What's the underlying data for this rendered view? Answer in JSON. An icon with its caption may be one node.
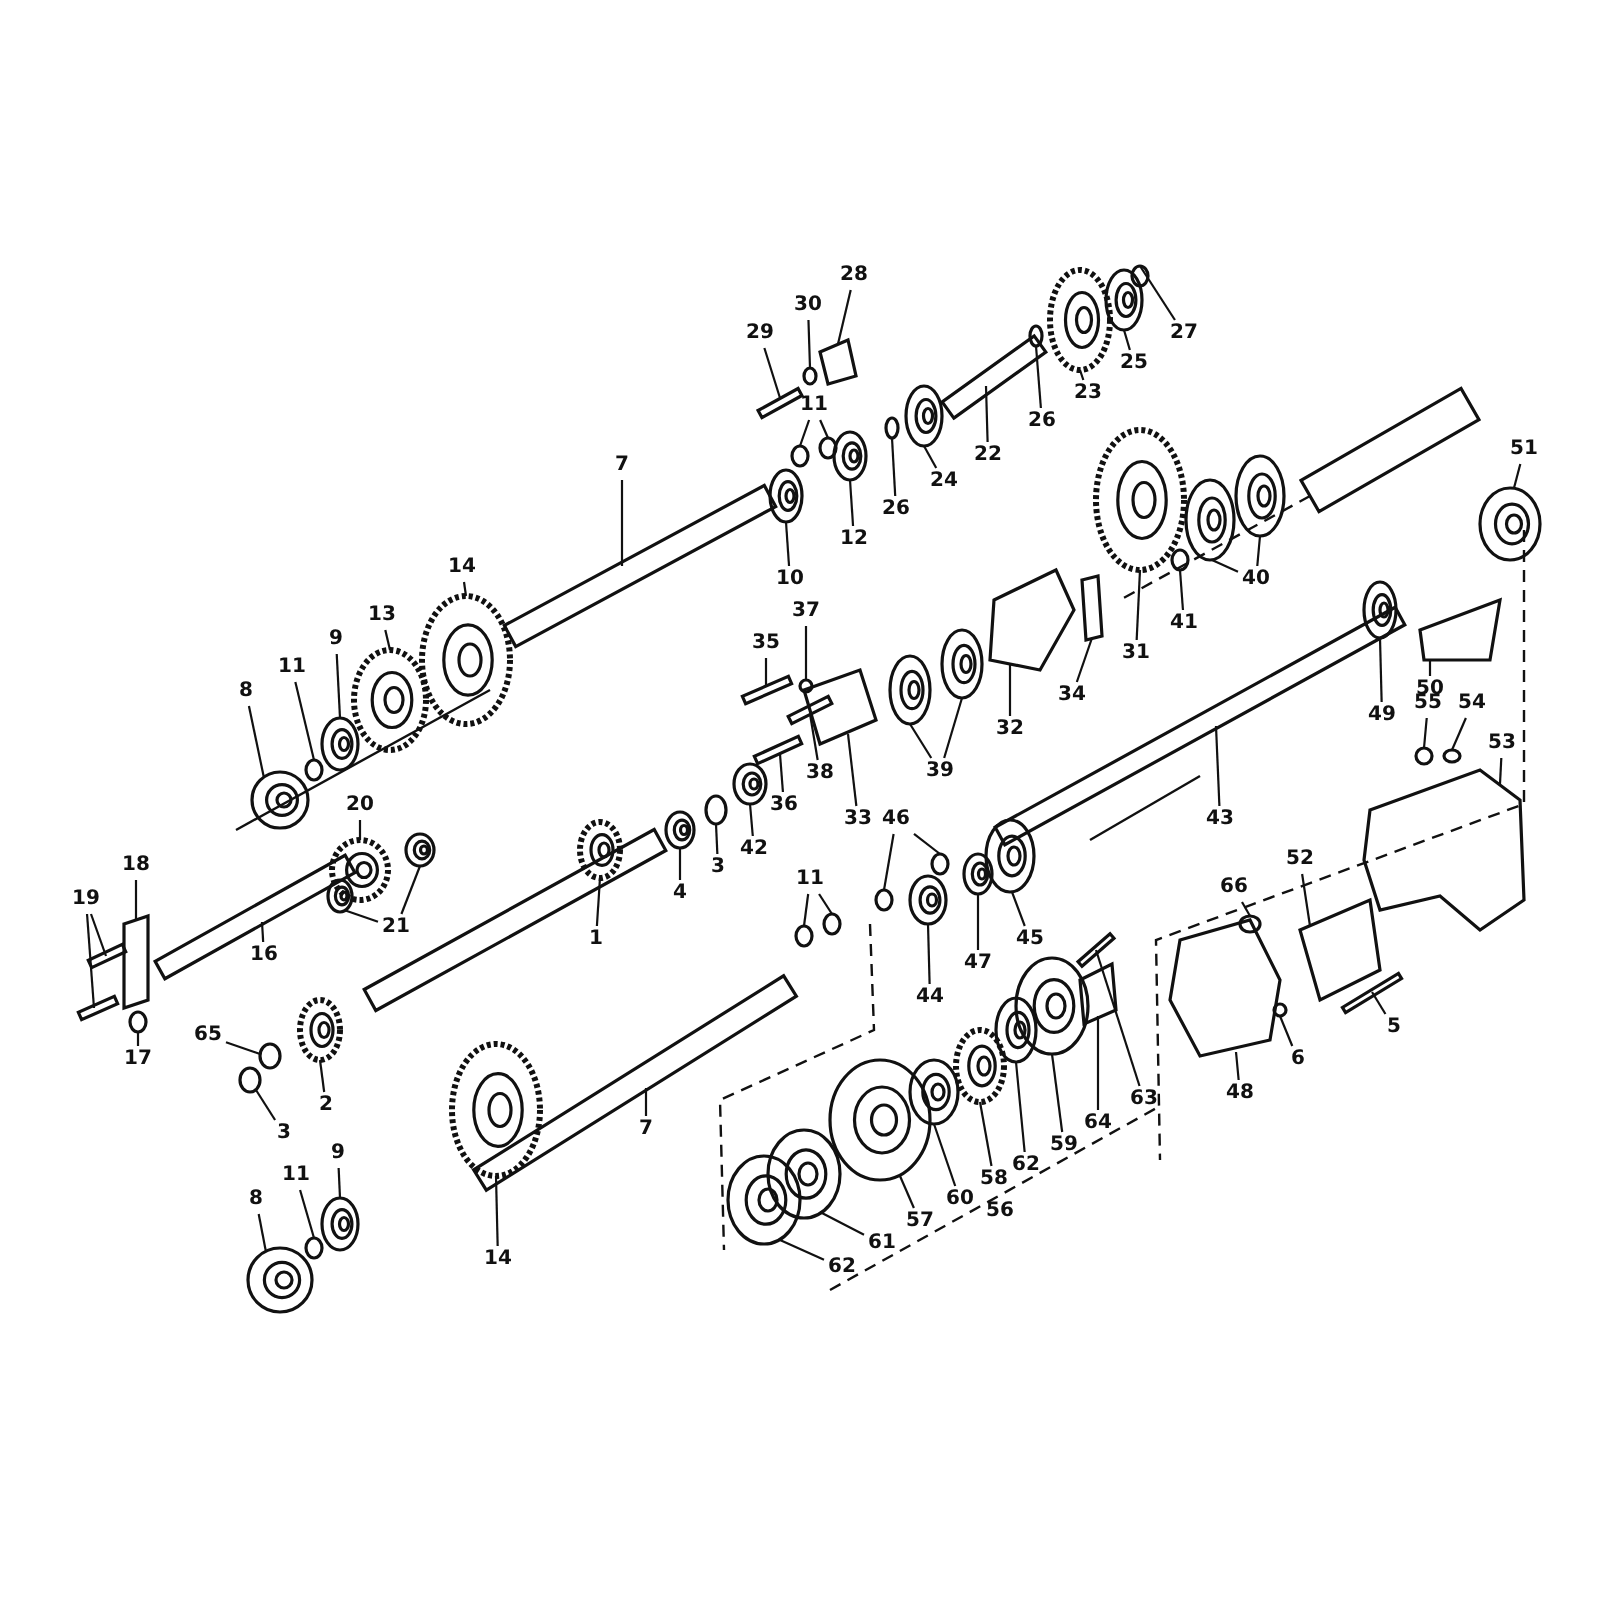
{
  "diagram": {
    "nodes": [
      {
        "text": [
          "28"
        ]
      },
      {
        "text": [
          "30"
        ]
      },
      {
        "text": [
          "29"
        ]
      },
      {
        "text": [
          "27"
        ]
      },
      {
        "text": [
          "25"
        ]
      },
      {
        "text": [
          "23"
        ]
      },
      {
        "text": [
          "26"
        ]
      },
      {
        "text": [
          "22"
        ]
      },
      {
        "text": [
          "24"
        ]
      },
      {
        "text": [
          "26"
        ]
      },
      {
        "text": [
          "11"
        ]
      },
      {
        "text": [
          "12"
        ]
      },
      {
        "text": [
          "10"
        ]
      },
      {
        "text": [
          "7"
        ]
      },
      {
        "text": [
          "14"
        ]
      },
      {
        "text": [
          "13"
        ]
      },
      {
        "text": [
          "9"
        ]
      },
      {
        "text": [
          "11"
        ]
      },
      {
        "text": [
          "8"
        ]
      },
      {
        "text": [
          "20"
        ]
      },
      {
        "text": [
          "21"
        ]
      },
      {
        "text": [
          "18"
        ]
      },
      {
        "text": [
          "19"
        ]
      },
      {
        "text": [
          "16"
        ]
      },
      {
        "text": [
          "17"
        ]
      },
      {
        "text": [
          "65"
        ]
      },
      {
        "text": [
          "2"
        ]
      },
      {
        "text": [
          "3"
        ]
      },
      {
        "text": [
          "1"
        ]
      },
      {
        "text": [
          "4"
        ]
      },
      {
        "text": [
          "3"
        ]
      },
      {
        "text": [
          "42"
        ]
      },
      {
        "text": [
          "36"
        ]
      },
      {
        "text": [
          "38"
        ]
      },
      {
        "text": [
          "37"
        ]
      },
      {
        "text": [
          "35"
        ]
      },
      {
        "text": [
          "33"
        ]
      },
      {
        "text": [
          "39"
        ]
      },
      {
        "text": [
          "32"
        ]
      },
      {
        "text": [
          "34"
        ]
      },
      {
        "text": [
          "31"
        ]
      },
      {
        "text": [
          "41"
        ]
      },
      {
        "text": [
          "40"
        ]
      },
      {
        "text": [
          "51"
        ]
      },
      {
        "text": [
          "49"
        ]
      },
      {
        "text": [
          "50"
        ]
      },
      {
        "text": [
          "43"
        ]
      },
      {
        "text": [
          "46"
        ]
      },
      {
        "text": [
          "11"
        ]
      },
      {
        "text": [
          "45"
        ]
      },
      {
        "text": [
          "47"
        ]
      },
      {
        "text": [
          "44"
        ]
      },
      {
        "text": [
          "55"
        ]
      },
      {
        "text": [
          "54"
        ]
      },
      {
        "text": [
          "53"
        ]
      },
      {
        "text": [
          "52"
        ]
      },
      {
        "text": [
          "66"
        ]
      },
      {
        "text": [
          "6"
        ]
      },
      {
        "text": [
          "5"
        ]
      },
      {
        "text": [
          "48"
        ]
      },
      {
        "text": [
          "63"
        ]
      },
      {
        "text": [
          "64"
        ]
      },
      {
        "text": [
          "59"
        ]
      },
      {
        "text": [
          "62"
        ]
      },
      {
        "text": [
          "58"
        ]
      },
      {
        "text": [
          "60"
        ]
      },
      {
        "text": [
          "57"
        ]
      },
      {
        "text": [
          "61"
        ]
      },
      {
        "text": [
          "62"
        ]
      },
      {
        "text": [
          "7"
        ]
      },
      {
        "text": [
          "9"
        ]
      },
      {
        "text": [
          "11"
        ]
      },
      {
        "text": [
          "8"
        ]
      },
      {
        "text": [
          "14"
        ]
      },
      {
        "text": [],
        "shape": "plate"
      },
      {
        "text": [],
        "shape": "circle"
      },
      {
        "text": [],
        "shape": "bolt"
      },
      {
        "text": [],
        "shape": "circle"
      },
      {
        "text": [],
        "shape": "circle"
      },
      {
        "text": [],
        "shape": "gear"
      },
      {
        "text": [],
        "shape": "circle"
      },
      {
        "text": [],
        "shape": "bar"
      },
      {
        "text": [],
        "shape": "circle"
      },
      {
        "text": [],
        "shape": "circle"
      },
      {
        "text": [],
        "shape": "circle"
      },
      {
        "text": [],
        "shape": "circle"
      },
      {
        "text": [],
        "shape": "circle"
      },
      {
        "text": [],
        "shape": "circle"
      },
      {
        "text": [],
        "shape": "bar"
      },
      {
        "text": [],
        "shape": "gear"
      },
      {
        "text": [],
        "shape": "gear"
      },
      {
        "text": [],
        "shape": "circle"
      },
      {
        "text": [],
        "shape": "circle"
      },
      {
        "text": [],
        "shape": "circle"
      },
      {
        "text": [],
        "shape": "gear"
      },
      {
        "text": [],
        "shape": "circle"
      },
      {
        "text": [],
        "shape": "circle"
      },
      {
        "text": [],
        "shape": "plate"
      },
      {
        "text": [],
        "shape": "bolt"
      },
      {
        "text": [],
        "shape": "bolt"
      },
      {
        "text": [],
        "shape": "bar"
      },
      {
        "text": [],
        "shape": "circle"
      },
      {
        "text": [],
        "shape": "circle"
      },
      {
        "text": [],
        "shape": "gear"
      },
      {
        "text": [],
        "shape": "circle"
      },
      {
        "text": [],
        "shape": "gear"
      },
      {
        "text": [],
        "shape": "circle"
      },
      {
        "text": [],
        "shape": "circle"
      },
      {
        "text": [],
        "shape": "circle"
      },
      {
        "text": [],
        "shape": "bolt"
      },
      {
        "text": [],
        "shape": "bolt"
      },
      {
        "text": [],
        "shape": "circle"
      },
      {
        "text": [],
        "shape": "bolt"
      },
      {
        "text": [],
        "shape": "plate"
      },
      {
        "text": [],
        "shape": "circle"
      },
      {
        "text": [],
        "shape": "circle"
      },
      {
        "text": [],
        "shape": "plate"
      },
      {
        "text": [],
        "shape": "plate"
      },
      {
        "text": [],
        "shape": "gear"
      },
      {
        "text": [],
        "shape": "circle"
      },
      {
        "text": [],
        "shape": "circle"
      },
      {
        "text": [],
        "shape": "circle"
      },
      {
        "text": [],
        "shape": "circle"
      },
      {
        "text": [],
        "shape": "circle"
      },
      {
        "text": [],
        "shape": "plate"
      },
      {
        "text": [],
        "shape": "bar"
      },
      {
        "text": [],
        "shape": "circle"
      },
      {
        "text": [],
        "shape": "circle"
      },
      {
        "text": [],
        "shape": "circle"
      },
      {
        "text": [],
        "shape": "circle"
      },
      {
        "text": [],
        "shape": "circle"
      },
      {
        "text": [],
        "shape": "circle"
      },
      {
        "text": [],
        "shape": "circle"
      },
      {
        "text": [],
        "shape": "circle"
      },
      {
        "text": [],
        "shape": "circle"
      },
      {
        "text": [],
        "shape": "plate"
      },
      {
        "text": [],
        "shape": "plate"
      },
      {
        "text": [],
        "shape": "circle"
      },
      {
        "text": [],
        "shape": "circle"
      },
      {
        "text": [],
        "shape": "bolt"
      },
      {
        "text": [],
        "shape": "plate"
      },
      {
        "text": [],
        "shape": "bolt"
      },
      {
        "text": [],
        "shape": "plate"
      },
      {
        "text": [],
        "shape": "circle"
      },
      {
        "text": [],
        "shape": "circle"
      },
      {
        "text": [],
        "shape": "gear"
      },
      {
        "text": [],
        "shape": "circle"
      },
      {
        "text": [],
        "shape": "circle"
      },
      {
        "text": [],
        "shape": "circle"
      },
      {
        "text": [],
        "shape": "circle"
      },
      {
        "text": [],
        "shape": "bar"
      },
      {
        "text": [],
        "shape": "circle"
      },
      {
        "text": [],
        "shape": "circle"
      },
      {
        "text": [],
        "shape": "circle"
      },
      {
        "text": [],
        "shape": "gear"
      }
    ],
    "edges": [
      {
        "from": 0,
        "to": 74,
        "arrow": "none"
      },
      {
        "from": 1,
        "to": 75,
        "arrow": "none"
      },
      {
        "from": 2,
        "to": 76,
        "arrow": "none"
      },
      {
        "from": 3,
        "to": 77,
        "arrow": "none"
      },
      {
        "from": 4,
        "to": 78,
        "arrow": "none"
      },
      {
        "from": 5,
        "to": 79,
        "arrow": "none"
      },
      {
        "from": 6,
        "to": 80,
        "arrow": "none"
      },
      {
        "from": 7,
        "to": 81,
        "arrow": "none"
      },
      {
        "from": 8,
        "to": 82,
        "arrow": "none"
      },
      {
        "from": 9,
        "to": 83,
        "arrow": "none"
      },
      {
        "from": 10,
        "to": 84,
        "arrow": "none"
      },
      {
        "from": 10,
        "to": 85,
        "arrow": "none"
      },
      {
        "from": 11,
        "to": 86,
        "arrow": "none"
      },
      {
        "from": 12,
        "to": 87,
        "arrow": "none"
      },
      {
        "from": 13,
        "to": 88,
        "arrow": "none"
      },
      {
        "from": 14,
        "to": 89,
        "arrow": "none"
      },
      {
        "from": 15,
        "to": 90,
        "arrow": "none"
      },
      {
        "from": 16,
        "to": 91,
        "arrow": "none"
      },
      {
        "from": 17,
        "to": 92,
        "arrow": "none"
      },
      {
        "from": 18,
        "to": 93,
        "arrow": "none"
      },
      {
        "from": 19,
        "to": 94,
        "arrow": "none"
      },
      {
        "from": 20,
        "to": 95,
        "arrow": "none"
      },
      {
        "from": 20,
        "to": 96,
        "arrow": "none"
      },
      {
        "from": 21,
        "to": 97,
        "arrow": "none"
      },
      {
        "from": 22,
        "to": 98,
        "arrow": "none"
      },
      {
        "from": 22,
        "to": 99,
        "arrow": "none"
      },
      {
        "from": 23,
        "to": 100,
        "arrow": "none"
      },
      {
        "from": 24,
        "to": 101,
        "arrow": "none"
      },
      {
        "from": 25,
        "to": 102,
        "arrow": "none"
      },
      {
        "from": 26,
        "to": 103,
        "arrow": "none"
      },
      {
        "from": 27,
        "to": 104,
        "arrow": "none"
      },
      {
        "from": 28,
        "to": 105,
        "arrow": "none"
      },
      {
        "from": 29,
        "to": 106,
        "arrow": "none"
      },
      {
        "from": 30,
        "to": 107,
        "arrow": "none"
      },
      {
        "from": 31,
        "to": 108,
        "arrow": "none"
      },
      {
        "from": 32,
        "to": 109,
        "arrow": "none"
      },
      {
        "from": 33,
        "to": 110,
        "arrow": "none"
      },
      {
        "from": 34,
        "to": 111,
        "arrow": "none"
      },
      {
        "from": 35,
        "to": 112,
        "arrow": "none"
      },
      {
        "from": 36,
        "to": 113,
        "arrow": "none"
      },
      {
        "from": 37,
        "to": 114,
        "arrow": "none"
      },
      {
        "from": 37,
        "to": 115,
        "arrow": "none"
      },
      {
        "from": 38,
        "to": 116,
        "arrow": "none"
      },
      {
        "from": 39,
        "to": 117,
        "arrow": "none"
      },
      {
        "from": 40,
        "to": 118,
        "arrow": "none"
      },
      {
        "from": 41,
        "to": 119,
        "arrow": "none"
      },
      {
        "from": 42,
        "to": 120,
        "arrow": "none"
      },
      {
        "from": 42,
        "to": 121,
        "arrow": "none"
      },
      {
        "from": 43,
        "to": 122,
        "arrow": "none"
      },
      {
        "from": 44,
        "to": 123,
        "arrow": "none"
      },
      {
        "from": 45,
        "to": 124,
        "arrow": "none"
      },
      {
        "from": 46,
        "to": 125,
        "arrow": "none"
      },
      {
        "from": 47,
        "to": 126,
        "arrow": "none"
      },
      {
        "from": 47,
        "to": 127,
        "arrow": "none"
      },
      {
        "from": 48,
        "to": 128,
        "arrow": "none"
      },
      {
        "from": 48,
        "to": 129,
        "arrow": "none"
      },
      {
        "from": 49,
        "to": 130,
        "arrow": "none"
      },
      {
        "from": 50,
        "to": 131,
        "arrow": "none"
      },
      {
        "from": 51,
        "to": 132,
        "arrow": "none"
      },
      {
        "from": 52,
        "to": 133,
        "arrow": "none"
      },
      {
        "from": 53,
        "to": 134,
        "arrow": "none"
      },
      {
        "from": 54,
        "to": 135,
        "arrow": "none"
      },
      {
        "from": 55,
        "to": 136,
        "arrow": "none"
      },
      {
        "from": 56,
        "to": 137,
        "arrow": "none"
      },
      {
        "from": 57,
        "to": 138,
        "arrow": "none"
      },
      {
        "from": 58,
        "to": 139,
        "arrow": "none"
      },
      {
        "from": 59,
        "to": 140,
        "arrow": "none"
      },
      {
        "from": 60,
        "to": 141,
        "arrow": "none"
      },
      {
        "from": 61,
        "to": 142,
        "arrow": "none"
      },
      {
        "from": 62,
        "to": 143,
        "arrow": "none"
      },
      {
        "from": 63,
        "to": 144,
        "arrow": "none"
      },
      {
        "from": 64,
        "to": 145,
        "arrow": "none"
      },
      {
        "from": 65,
        "to": 146,
        "arrow": "none"
      },
      {
        "from": 66,
        "to": 147,
        "arrow": "none"
      },
      {
        "from": 67,
        "to": 148,
        "arrow": "none"
      },
      {
        "from": 68,
        "to": 149,
        "arrow": "none"
      },
      {
        "from": 69,
        "to": 150,
        "arrow": "none"
      },
      {
        "from": 70,
        "to": 151,
        "arrow": "none"
      },
      {
        "from": 71,
        "to": 152,
        "arrow": "none"
      },
      {
        "from": 72,
        "to": 153,
        "arrow": "none"
      },
      {
        "from": 73,
        "to": 154,
        "arrow": "none"
      }
    ],
    "labels": [
      "56"
    ]
  }
}
